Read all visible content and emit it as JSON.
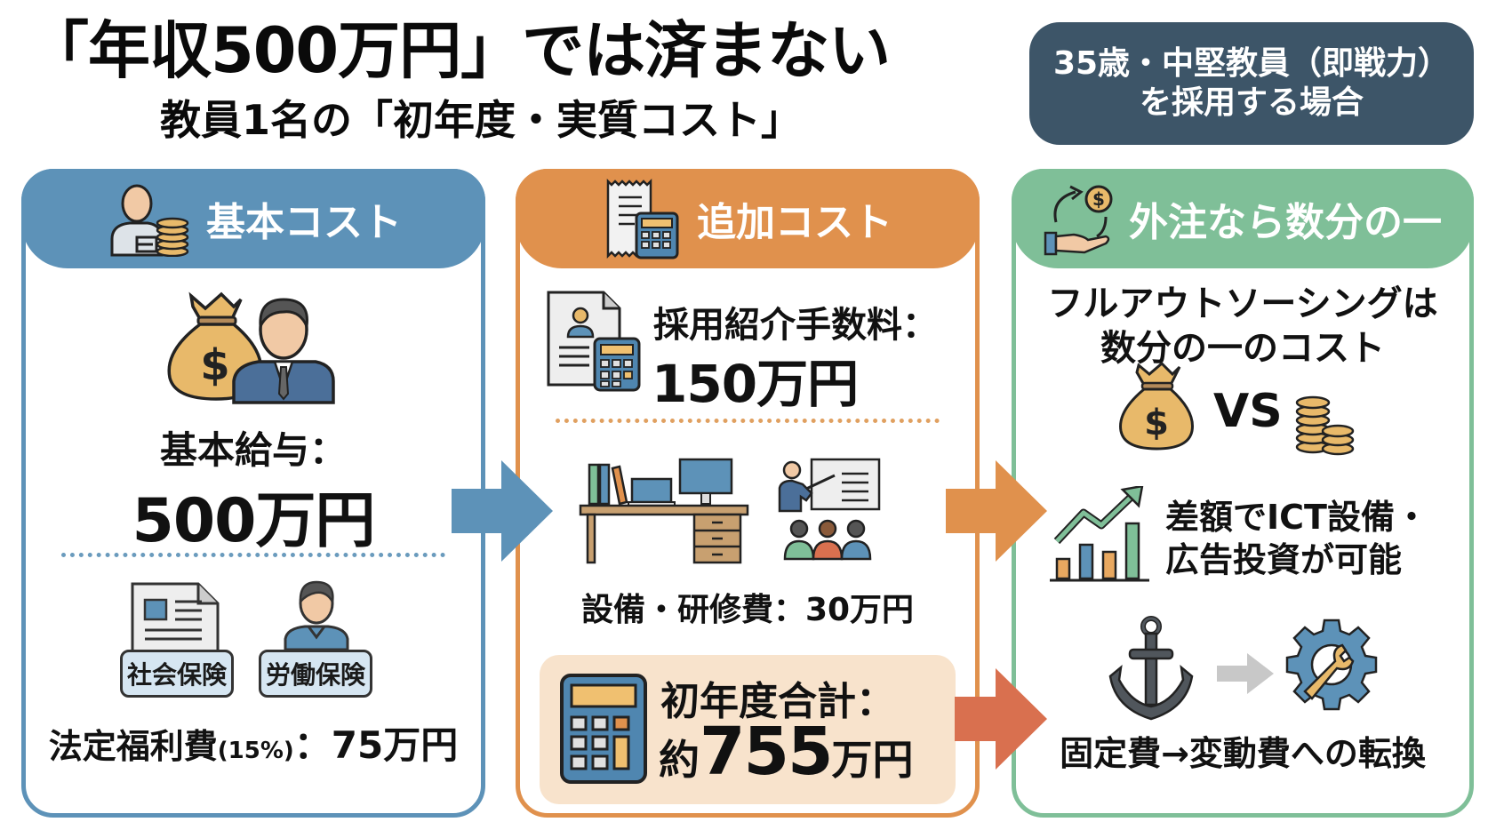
{
  "header": {
    "title": "「年収500万円」では済まない",
    "subtitle": "教員1名の「初年度・実質コスト」"
  },
  "badge": {
    "line1": "35歳・中堅教員（即戦力）",
    "line2": "を採用する場合"
  },
  "colors": {
    "blue": "#5d92b8",
    "orange": "#e0914d",
    "green": "#7fbf98",
    "red_orange": "#d9704f",
    "badge_bg": "#3d5568",
    "total_bg": "#f8e3cc"
  },
  "panels": {
    "basic": {
      "title": "基本コスト",
      "header_icon": "person-coins-icon",
      "salary_label": "基本給与：",
      "salary_value": "500万円",
      "tags": [
        "社会保険",
        "労働保険"
      ],
      "welfare_label": "法定福利費",
      "welfare_pct": "(15%)",
      "welfare_value": "：75万円"
    },
    "additional": {
      "title": "追加コスト",
      "header_icon": "receipt-calculator-icon",
      "recruit_label": "採用紹介手数料：",
      "recruit_value": "150万円",
      "equipment_text": "設備・研修費：30万円",
      "total_label": "初年度合計：",
      "total_prefix": "約",
      "total_number": "755",
      "total_unit": "万円"
    },
    "outsource": {
      "title": "外注なら数分の一",
      "header_icon": "hand-money-cycle-icon",
      "line1": "フルアウトソーシングは",
      "line2": "数分の一のコスト",
      "vs": "VS",
      "invest_line1": "差額でICT設備・",
      "invest_line2": "広告投資が可能",
      "convert_text": "固定費→変動費への転換"
    }
  }
}
